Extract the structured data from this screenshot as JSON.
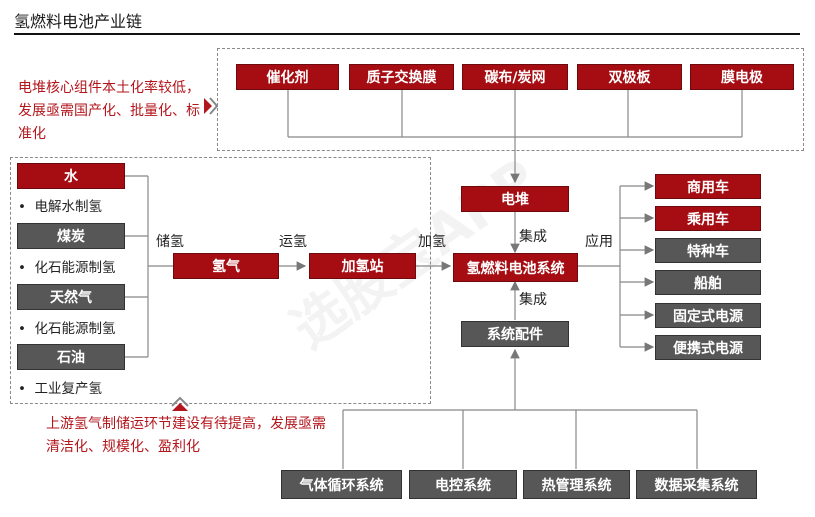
{
  "page": {
    "title": "氢燃料电池产业链"
  },
  "watermark": "选股宝APP",
  "notes": {
    "core": "电堆核心组件本土化率较低，发展亟需国产化、批量化、标准化",
    "upstream": "上游氢气制储运环节建设有待提高，发展亟需清洁化、规模化、盈利化"
  },
  "components": [
    "催化剂",
    "质子交换膜",
    "碳布/炭网",
    "双极板",
    "膜电极"
  ],
  "sources": [
    {
      "name": "水",
      "method": "电解水制氢"
    },
    {
      "name": "煤炭",
      "method": "化石能源制氢"
    },
    {
      "name": "天然气",
      "method": "化石能源制氢"
    },
    {
      "name": "石油",
      "method": "工业复产氢"
    }
  ],
  "flow": {
    "hydrogen": "氢气",
    "station": "加氢站",
    "stack": "电堆",
    "system": "氢燃料电池系统",
    "accessories": "系统配件",
    "store_label": "储氢",
    "transport_label": "运氢",
    "refuel_label": "加氢",
    "integrate_label_top": "集成",
    "integrate_label_bottom": "集成",
    "apply_label": "应用"
  },
  "applications": [
    {
      "name": "商用车",
      "color": "red"
    },
    {
      "name": "乘用车",
      "color": "red"
    },
    {
      "name": "特种车",
      "color": "gray"
    },
    {
      "name": "船舶",
      "color": "gray"
    },
    {
      "name": "固定式电源",
      "color": "gray"
    },
    {
      "name": "便携式电源",
      "color": "gray"
    }
  ],
  "subsystems": [
    "气体循环系统",
    "电控系统",
    "热管理系统",
    "数据采集系统"
  ],
  "colors": {
    "accent_red": "#a50d13",
    "box_gray": "#575757",
    "note_red": "#b3161c"
  }
}
